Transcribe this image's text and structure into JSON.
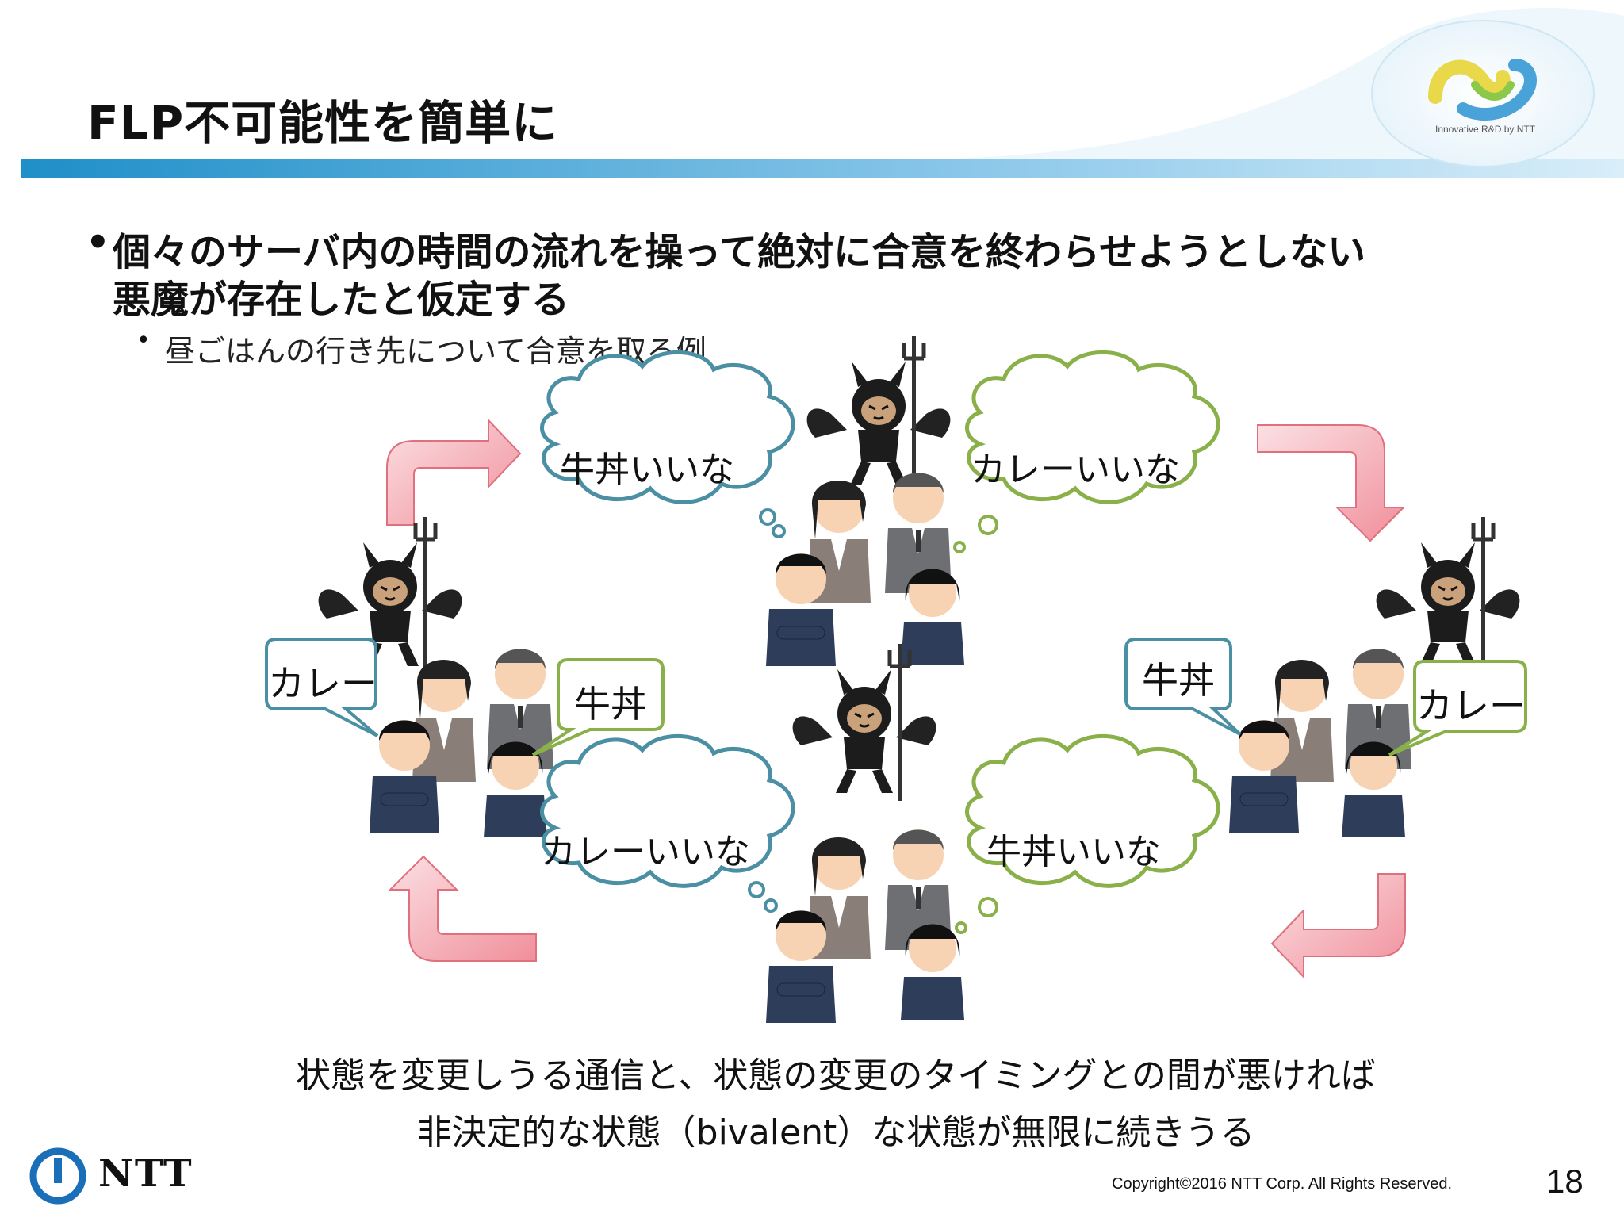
{
  "header": {
    "title": "FLP不可能性を簡単に",
    "logo_tagline": "Innovative R&D by NTT"
  },
  "bullets": {
    "main_line1": "個々のサーバ内の時間の流れを操って絶対に合意を終わらせようとしない",
    "main_line2": "悪魔が存在したと仮定する",
    "sub": "昼ごはんの行き先について合意を取る例"
  },
  "diagram": {
    "top_group": {
      "left_thought": "牛丼いいな",
      "right_thought": "カレーいいな"
    },
    "bottom_group": {
      "left_thought": "カレーいいな",
      "right_thought": "牛丼いいな"
    },
    "left_group": {
      "left_speech": "カレー",
      "right_speech": "牛丼"
    },
    "right_group": {
      "left_speech": "牛丼",
      "right_speech": "カレー"
    },
    "colors": {
      "blue_bubble": "#4a8fa3",
      "green_bubble": "#8ab04a",
      "arrow": "#f4a5ad"
    }
  },
  "conclusion": {
    "line1": "状態を変更しうる通信と、状態の変更のタイミングとの間が悪ければ",
    "line2": "非決定的な状態（bivalent）な状態が無限に続きうる"
  },
  "footer": {
    "brand": "NTT",
    "copyright": "Copyright©2016  NTT Corp. All Rights Reserved.",
    "page": "18"
  }
}
